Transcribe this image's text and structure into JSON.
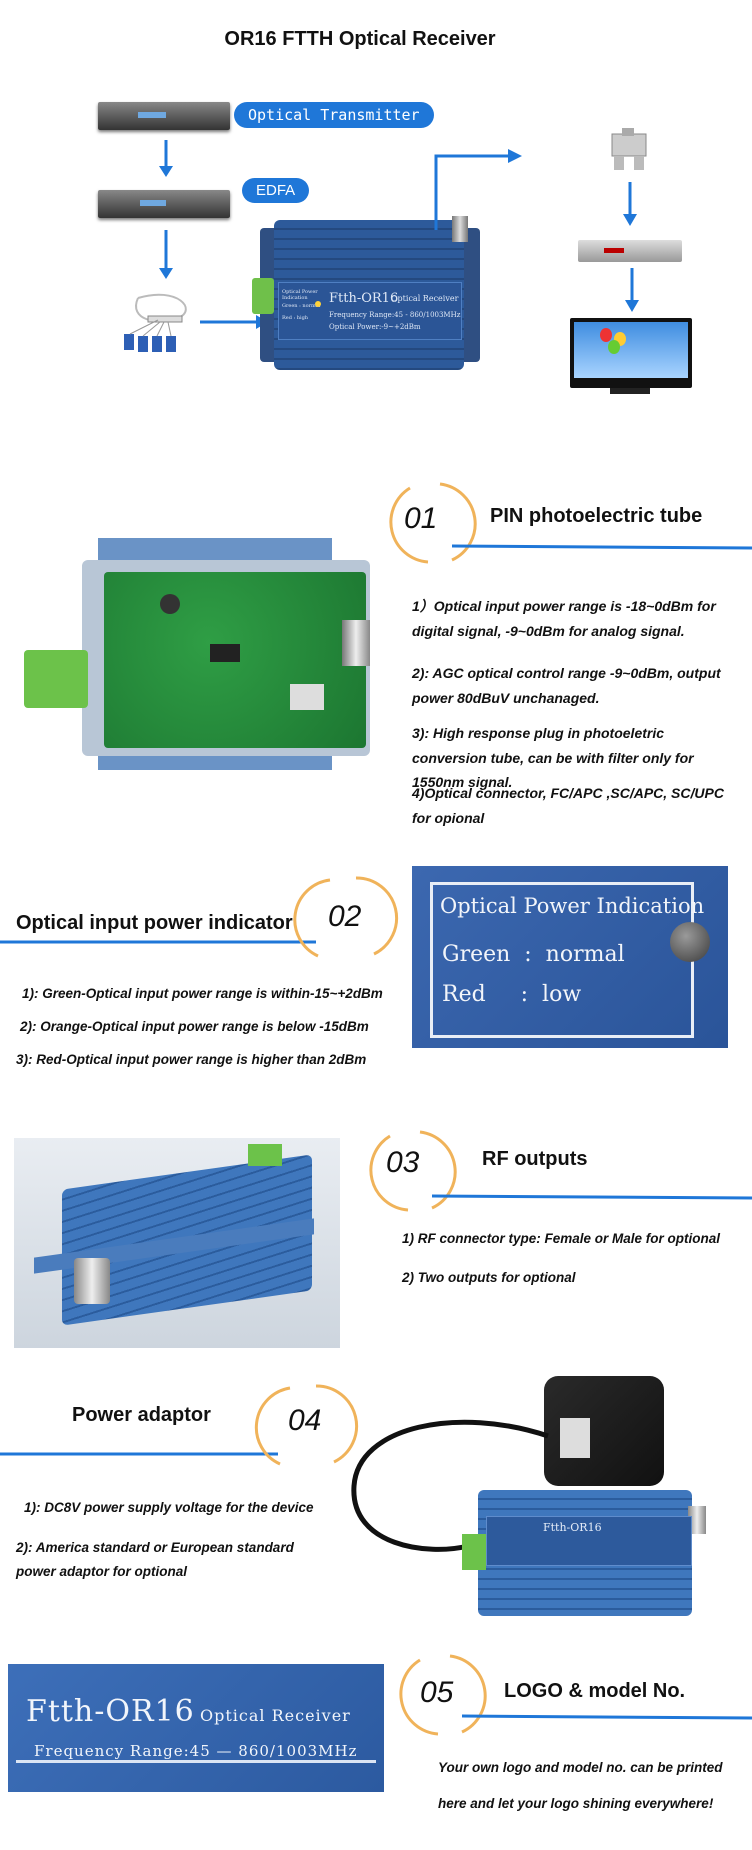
{
  "header": {
    "title": "OR16 FTTH Optical Receiver"
  },
  "diagram": {
    "transmitter_label": "Optical Transmitter",
    "edfa_label": "EDFA",
    "device_brand": "Ftth-OR16",
    "device_subtitle": "Optical Receiver",
    "device_freq": "Frequency Range:45 - 860/1003MHz",
    "device_power": "Optical Power:-9~+2dBm",
    "device_panel_lines": [
      "Optical Power Indication",
      "Green : normal",
      "Red : high"
    ]
  },
  "section1": {
    "number": "01",
    "title": "PIN  photoelectric tube",
    "points": [
      "1）Optical input power range is -18~0dBm for digital signal,  -9~0dBm for analog signal.",
      "2): AGC optical control range -9~0dBm, output power 80dBuV unchanaged.",
      "3): High response plug in photoeletric conversion tube, can be with filter only for 1550nm signal.",
      "4)Optical connector, FC/APC ,SC/APC, SC/UPC for opional"
    ]
  },
  "section2": {
    "number": "02",
    "title": "Optical input power indicator",
    "panel_title": "Optical Power Indication",
    "panel_green": "Green  :  normal",
    "panel_red": "Red     :  low",
    "points": [
      "1): Green-Optical input power range is  within-15~+2dBm",
      "2): Orange-Optical input power range is  below -15dBm",
      "3): Red-Optical input power range is  higher than 2dBm"
    ]
  },
  "section3": {
    "number": "03",
    "title": "RF outputs",
    "points": [
      "1) RF connector type: Female or Male for optional",
      "2) Two outputs for optional"
    ]
  },
  "section4": {
    "number": "04",
    "title": "Power adaptor",
    "points": [
      "1): DC8V power supply voltage for the device",
      "2): America standard or European standard power adaptor for optional"
    ]
  },
  "section5": {
    "number": "05",
    "title": "LOGO & model No.",
    "logo_brand": "Ftth-OR16",
    "logo_subtitle": "Optical Receiver",
    "logo_freq": "Frequency Range:45 — 860/1003MHz",
    "points": [
      "Your own logo and model no. can be printed",
      "here and let your logo shining everywhere!"
    ]
  },
  "colors": {
    "accent_blue": "#1f77d8",
    "ring_orange": "#f0b35a",
    "device_blue": "#2c5fa3"
  }
}
